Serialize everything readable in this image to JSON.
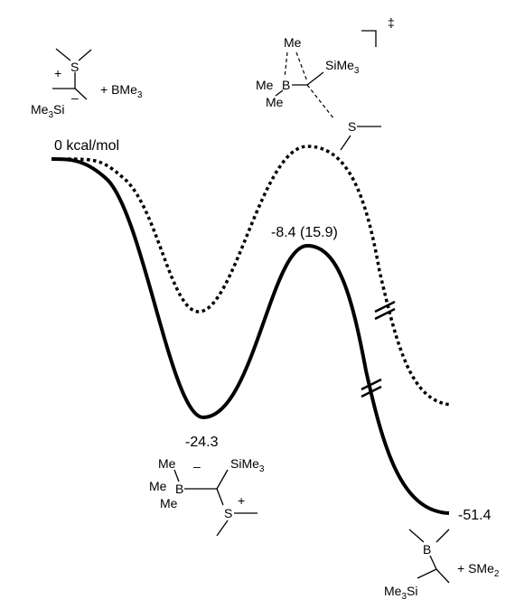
{
  "energies": {
    "reactant": "0 kcal/mol",
    "ts": "-8.4 (15.9)",
    "intermediate": "-24.3",
    "product": "-51.4"
  },
  "structures": {
    "reactant": {
      "s": "S",
      "plus": "+",
      "minus": "–",
      "si": "Me",
      "si_sub": "3",
      "si_tail": "Si",
      "reagent": "+ BMe",
      "reagent_sub": "3"
    },
    "ts": {
      "me_top": "Me",
      "me_left": "Me",
      "b": "B",
      "me_bottom": "Me",
      "si": "SiMe",
      "si_sub": "3",
      "s": "S",
      "dagger": "‡"
    },
    "intermediate": {
      "me1": "Me",
      "me2": "Me",
      "me3": "Me",
      "b": "B",
      "minus": "–",
      "si": "SiMe",
      "si_sub": "3",
      "s": "S",
      "plus": "+"
    },
    "product": {
      "b": "B",
      "si": "Me",
      "si_sub": "3",
      "si_tail": "Si",
      "reagent": "+ SMe",
      "reagent_sub": "2"
    }
  }
}
